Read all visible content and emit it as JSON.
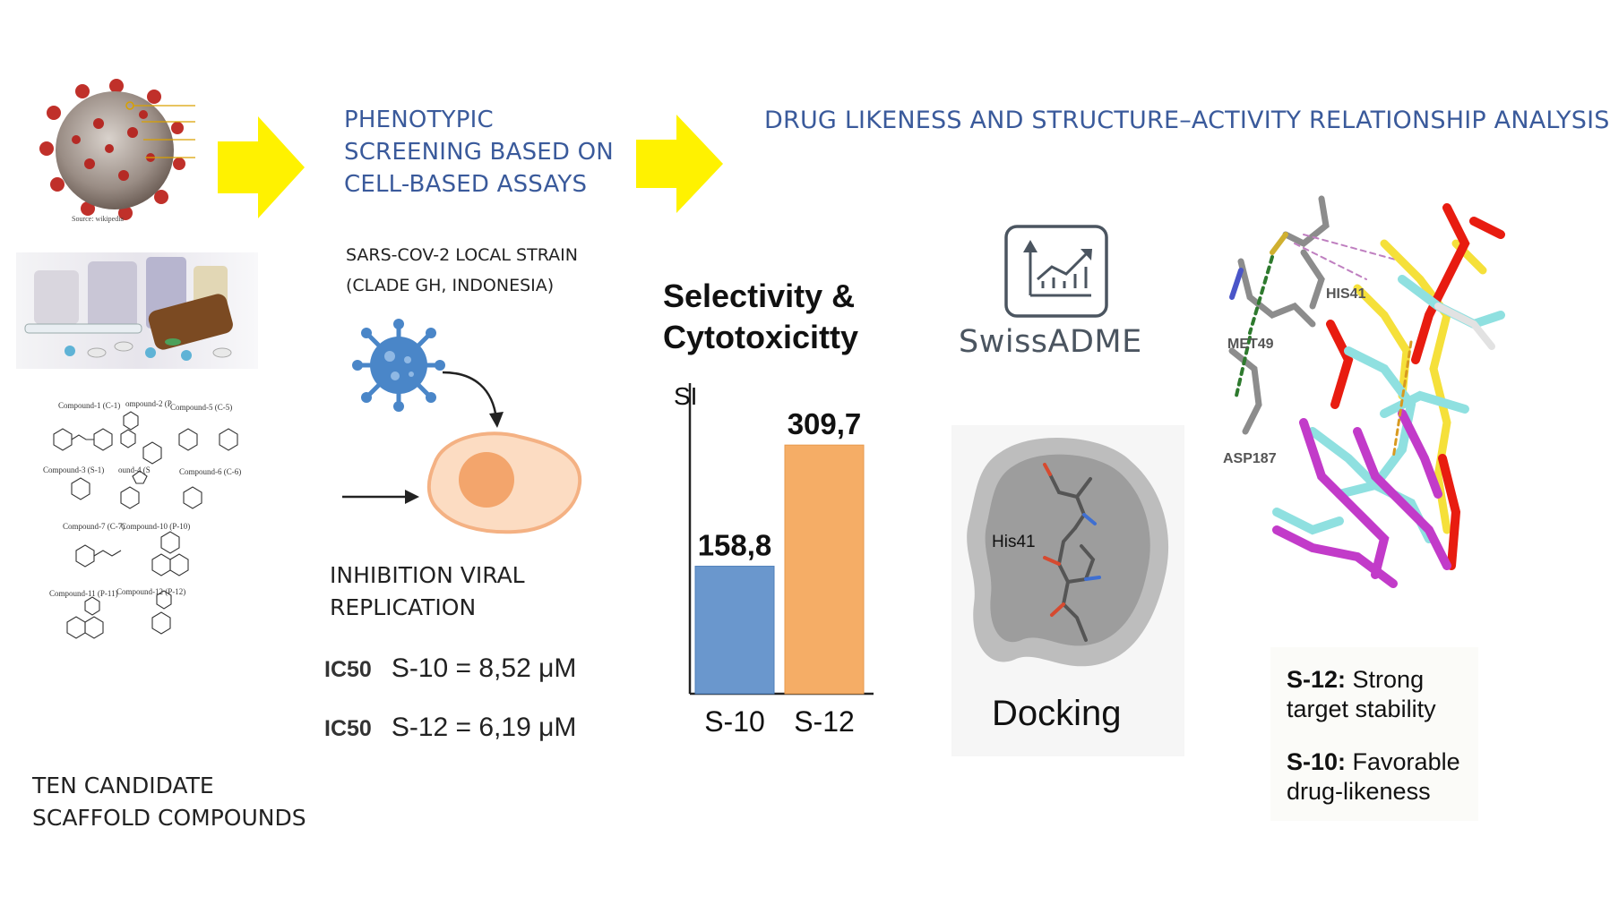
{
  "virus_image_caption": "Source: wikipedia",
  "step1": {
    "label_line1": "TEN CANDIDATE",
    "label_line2": "SCAFFOLD COMPOUNDS",
    "compound_labels": [
      "Compound-1 (C-1)",
      "ompound-2 (P",
      "Compound-5 (C-5)",
      "Compound-3 (S-1)",
      "ound-4 (S",
      "Compound-6 (C-6)",
      "Compound-7 (C-7)",
      "Compound-10 (P-10)",
      "Compound-11 (P-11)",
      "Compound-12 (P-12)"
    ]
  },
  "step2": {
    "title_line1": "PHENOTYPIC",
    "title_line2": "SCREENING BASED ON",
    "title_line3": "CELL-BASED ASSAYS",
    "strain_line1": "SARS-COV-2 LOCAL  STRAIN",
    "strain_line2": "(CLADE GH, INDONESIA)",
    "inhibition_line1": "INHIBITION VIRAL",
    "inhibition_line2": "REPLICATION",
    "ic50": [
      {
        "label": "IC50",
        "value": "S-10 = 8,52 μM"
      },
      {
        "label": "IC50",
        "value": "S-12 = 6,19 μM"
      }
    ]
  },
  "step3": {
    "title_line1": "Selectivity &",
    "title_line2": "Cytotoxicitty"
  },
  "chart_data": {
    "type": "bar",
    "title": "Selectivity & Cytotoxicitty",
    "ylabel": "SI",
    "categories": [
      "S-10",
      "S-12"
    ],
    "values": [
      158.8,
      309.7
    ],
    "value_labels": [
      "158,8",
      "309,7"
    ],
    "colors": [
      "#6a97cd",
      "#f5ad66"
    ],
    "ylim": [
      0,
      340
    ]
  },
  "step4": {
    "title": "DRUG LIKENESS AND STRUCTURE–ACTIVITY RELATIONSHIP ANALYSIS",
    "swissadme_label": "SwissADME",
    "docking_label": "Docking",
    "docking_residue": "His41",
    "residues": [
      "HIS41",
      "MET49",
      "ASP187"
    ],
    "result1_bold": "S-12:",
    "result1_rest": " Strong",
    "result1_line2": "target stability",
    "result2_bold": "S-10:",
    "result2_rest": " Favorable",
    "result2_line2": "drug-likeness"
  },
  "colors": {
    "heading_blue": "#3a5a9b",
    "arrow_yellow": "#fff200",
    "virus_blue": "#4a86c8",
    "cell_orange": "#f4b183"
  },
  "icons": [
    "virus-image",
    "medicine-photo",
    "virus-icon",
    "cell-icon",
    "analytics-chart-icon",
    "molecule-docking-image",
    "protein-ligand-render"
  ]
}
